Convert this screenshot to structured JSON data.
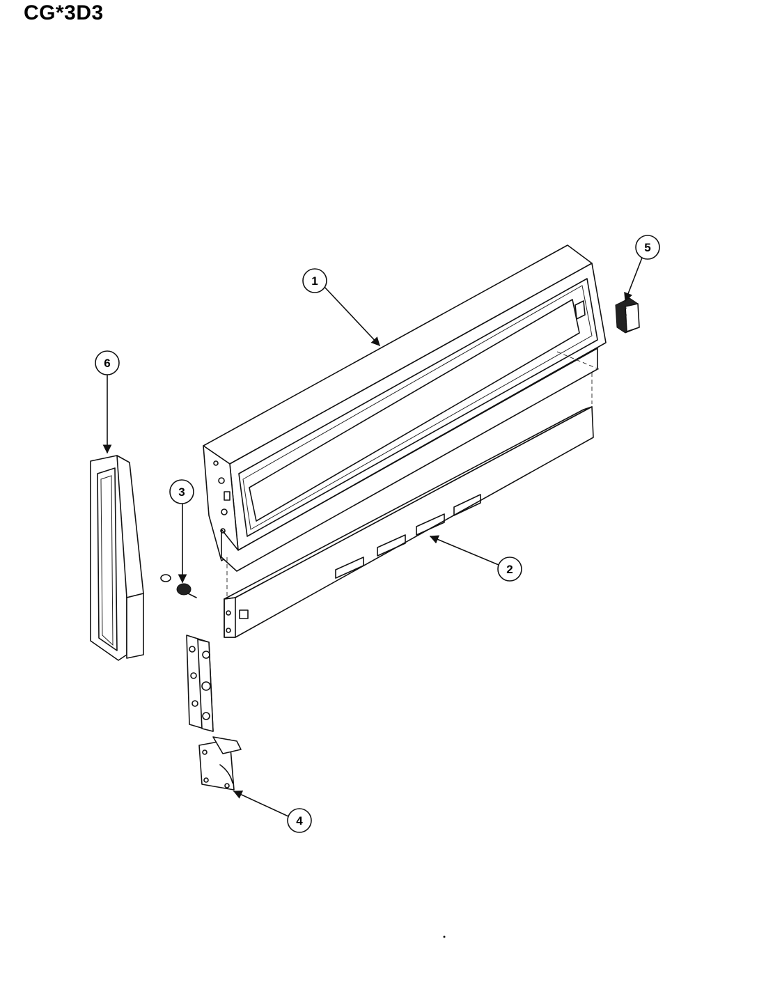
{
  "header": {
    "model": "CG*3D3"
  },
  "callouts": [
    {
      "id": "1",
      "label": "1"
    },
    {
      "id": "2",
      "label": "2"
    },
    {
      "id": "3",
      "label": "3"
    },
    {
      "id": "4",
      "label": "4"
    },
    {
      "id": "5",
      "label": "5"
    },
    {
      "id": "6",
      "label": "6"
    }
  ],
  "colors": {
    "line": "#111111",
    "background": "#ffffff"
  }
}
